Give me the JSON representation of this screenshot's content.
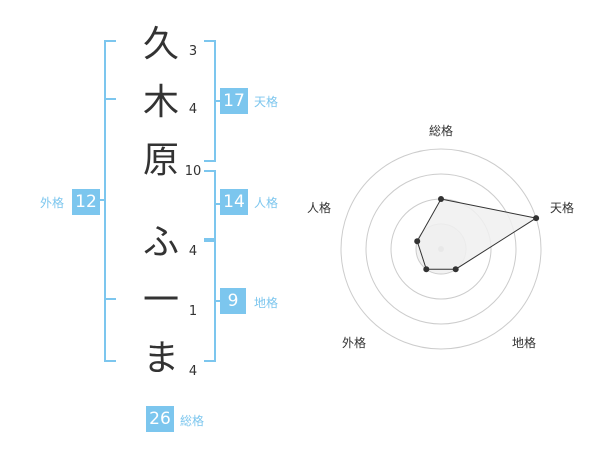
{
  "name_chars": [
    {
      "char": "久",
      "strokes": "3"
    },
    {
      "char": "木",
      "strokes": "4"
    },
    {
      "char": "原",
      "strokes": "10"
    },
    {
      "char": "ふ",
      "strokes": "4"
    },
    {
      "char": "一",
      "strokes": "1"
    },
    {
      "char": "ま",
      "strokes": "4"
    }
  ],
  "fortune": {
    "tenkaku": {
      "value": "17",
      "label": "天格"
    },
    "jinkaku": {
      "value": "14",
      "label": "人格"
    },
    "chikaku": {
      "value": "9",
      "label": "地格"
    },
    "gaikaku": {
      "value": "12",
      "label": "外格"
    },
    "soukaku": {
      "value": "26",
      "label": "総格"
    }
  },
  "colors": {
    "accent": "#7cc6ee",
    "text": "#333333",
    "radar_fill": "#f0f0f0",
    "ring": "#cccccc"
  },
  "chart_data": {
    "type": "radar",
    "axes": [
      "総格",
      "天格",
      "地格",
      "外格",
      "人格"
    ],
    "values": [
      2,
      4,
      1,
      1,
      1
    ],
    "max": 4,
    "rings": 4
  }
}
